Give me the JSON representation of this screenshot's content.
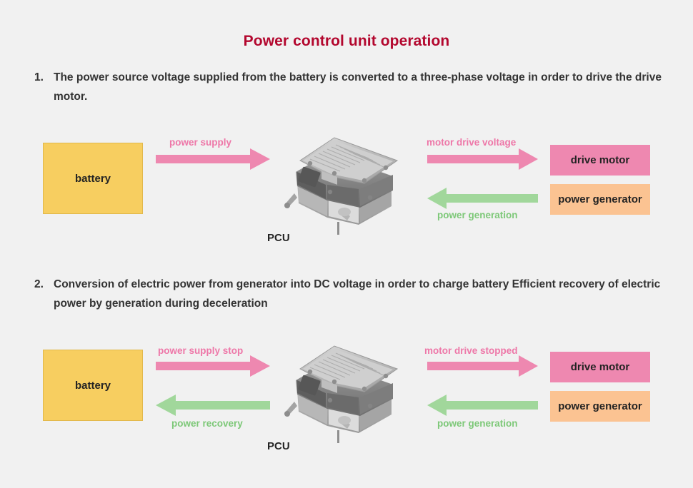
{
  "page": {
    "title": "Power control unit operation",
    "background_color": "#f1f1f1",
    "title_color": "#b3072e"
  },
  "steps": [
    {
      "number": "1.",
      "text": "The power source voltage supplied from the battery is converted to a three-phase voltage in order to drive the drive motor."
    },
    {
      "number": "2.",
      "text": "Conversion of electric power from generator into DC voltage in order to charge battery Efficient recovery of electric power by generation during deceleration"
    }
  ],
  "diagrams": [
    {
      "id": "diagram-1",
      "battery_label": "battery",
      "pcu_label": "PCU",
      "drive_motor_label": "drive motor",
      "power_generator_label": "power generator",
      "arrows": [
        {
          "label": "power supply",
          "direction": "right",
          "color": "#ee88b0"
        },
        {
          "label": "motor drive voltage",
          "direction": "right",
          "color": "#ee88b0"
        },
        {
          "label": "power generation",
          "direction": "left",
          "color": "#a1d79b"
        }
      ]
    },
    {
      "id": "diagram-2",
      "battery_label": "battery",
      "pcu_label": "PCU",
      "drive_motor_label": "drive motor",
      "power_generator_label": "power generator",
      "arrows": [
        {
          "label": "power supply stop",
          "direction": "right",
          "color": "#ee88b0"
        },
        {
          "label": "power recovery",
          "direction": "left",
          "color": "#a1d79b"
        },
        {
          "label": "motor drive stopped",
          "direction": "right",
          "color": "#ee88b0"
        },
        {
          "label": "power generation",
          "direction": "left",
          "color": "#a1d79b"
        }
      ]
    }
  ],
  "colors": {
    "battery_fill": "#f7ce60",
    "battery_border": "#e2b84b",
    "drive_motor_fill": "#ee88b0",
    "power_generator_fill": "#fbc392",
    "arrow_pink": "#ee88b0",
    "arrow_green": "#a1d79b",
    "label_pink": "#ee77a8",
    "label_green": "#7dc878",
    "text_dark": "#232323"
  },
  "icons": {
    "pcu_photo": "power-control-unit-photo"
  }
}
